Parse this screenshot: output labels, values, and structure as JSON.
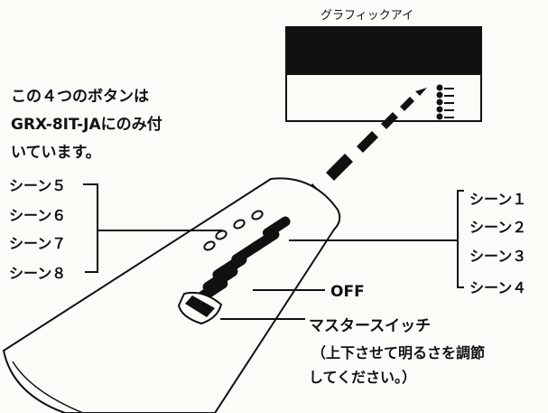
{
  "device": {
    "title": "グラフィックアイ"
  },
  "note": {
    "line1": "この４つのボタンは",
    "line2": "GRX-8IT-JAにのみ付",
    "line3": "いています。"
  },
  "left_scenes": [
    "シーン５",
    "シーン６",
    "シーン７",
    "シーン８"
  ],
  "right_scenes": [
    "シーン１",
    "シーン２",
    "シーン３",
    "シーン４"
  ],
  "off": {
    "label": "OFF"
  },
  "master": {
    "label": "マスタースイッチ",
    "note1": "（上下させて明るさを調節",
    "note2": "してください。）"
  },
  "colors": {
    "ink": "#111111",
    "paper": "#fbfbf8"
  }
}
